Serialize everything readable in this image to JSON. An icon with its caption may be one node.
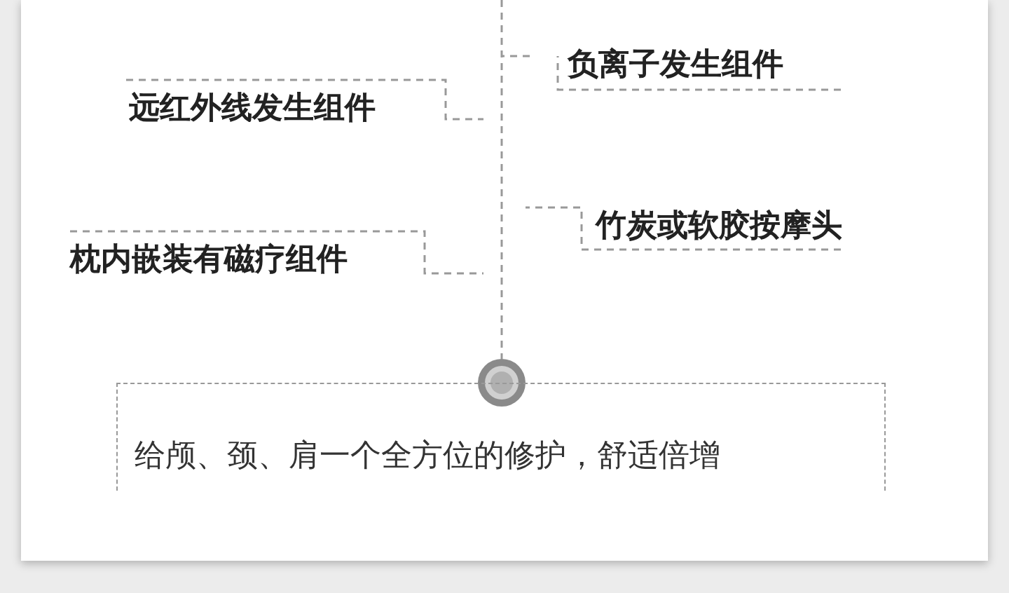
{
  "diagram": {
    "nodes": [
      {
        "text": [
          "负离子发生组件"
        ]
      },
      {
        "text": [
          "远红外线发生组件"
        ]
      },
      {
        "text": [
          "竹炭或软胶按摩头"
        ]
      },
      {
        "text": [
          "枕内嵌装有磁疗组件"
        ]
      },
      {
        "text": [],
        "shape": "circle"
      },
      {
        "text": [
          "给颅、颈、肩一个全方位的修护，舒适倍增"
        ]
      }
    ],
    "edges": [
      {
        "from": null,
        "to": 4,
        "arrow": "none",
        "style": "dashed"
      },
      {
        "from": 0,
        "to": null,
        "arrow": "none",
        "style": "dashed"
      },
      {
        "from": 1,
        "to": null,
        "arrow": "none",
        "style": "dashed"
      },
      {
        "from": 2,
        "to": null,
        "arrow": "none",
        "style": "dashed"
      },
      {
        "from": 3,
        "to": null,
        "arrow": "none",
        "style": "dashed"
      }
    ]
  }
}
